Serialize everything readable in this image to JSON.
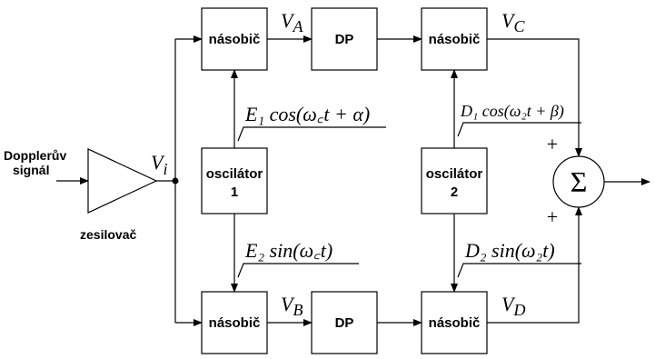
{
  "input": {
    "line1": "Dopplerův",
    "line2": "signál"
  },
  "amplifier": {
    "label": "zesilovač",
    "output_var": "V",
    "output_sub": "i"
  },
  "blocks": {
    "mult_top_left": "násobič",
    "mult_top_right": "násobič",
    "mult_bot_left": "násobič",
    "mult_bot_right": "násobič",
    "lpf_top": "DP",
    "lpf_bot": "DP",
    "osc1_line1": "oscilátor",
    "osc1_line2": "1",
    "osc2_line1": "oscilátor",
    "osc2_line2": "2"
  },
  "signals": {
    "va": {
      "var": "V",
      "sub": "A"
    },
    "vb": {
      "var": "V",
      "sub": "B"
    },
    "vc": {
      "var": "V",
      "sub": "C"
    },
    "vd": {
      "var": "V",
      "sub": "D"
    }
  },
  "equations": {
    "e1": "E₁ cos(ω꜀t + α)",
    "e2": "E₂ sin(ω꜀t)",
    "d1": "D₁ cos(ω₂t + β)",
    "d2": "D₂ sin(ω₂t)"
  },
  "summer": {
    "symbol": "Σ",
    "plus_top": "+",
    "plus_bottom": "+"
  }
}
